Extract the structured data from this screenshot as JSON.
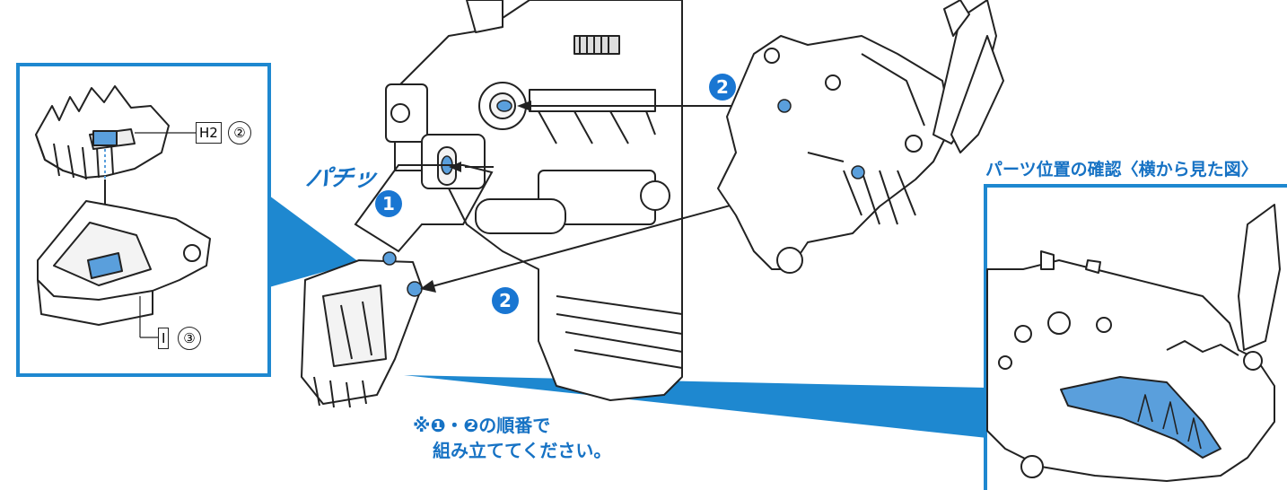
{
  "onomatopoeia": "パチッ",
  "steps": {
    "one": "1",
    "two": "2"
  },
  "inset": {
    "part_top": {
      "code": "H2",
      "number": "②"
    },
    "part_bottom": {
      "code": "I",
      "number": "③"
    }
  },
  "side_view": {
    "title": "パーツ位置の確認〈横から見た図〉"
  },
  "note": {
    "line1": "※❶・❷の順番で",
    "line2": "組み立ててください。"
  },
  "colors": {
    "accent_blue": "#1976d2",
    "panel_border": "#1e88d0",
    "part_blue": "#5a9fdc",
    "line": "#222222"
  }
}
